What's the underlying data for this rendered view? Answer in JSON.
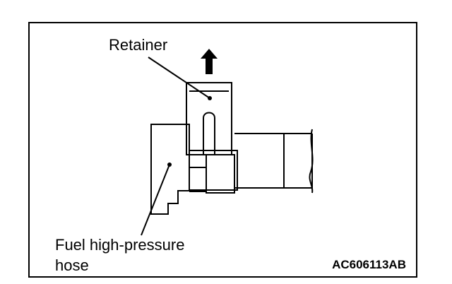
{
  "labels": {
    "retainer": "Retainer",
    "hose_line1": "Fuel high-pressure",
    "hose_line2": "hose",
    "figure_code": "AC606113AB"
  },
  "colors": {
    "line": "#000000",
    "background": "#ffffff"
  }
}
